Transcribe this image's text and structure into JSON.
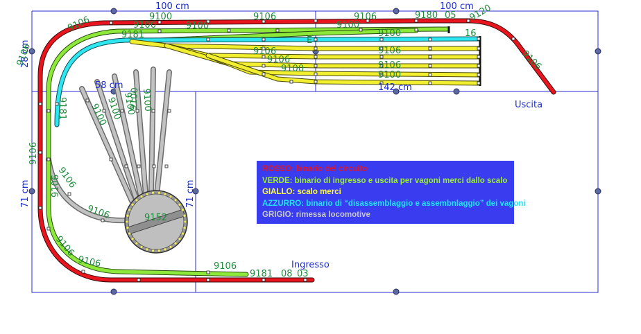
{
  "dimensions": {
    "top_left": "100 cm",
    "top_right": "100 cm",
    "left_top": "28 cm",
    "left_bottom": "71 cm",
    "inner_left": "58 cm",
    "inner_right": "142 cm",
    "inner_vertical": "71 cm"
  },
  "labels": {
    "exit": "Uscita",
    "entry": "Ingresso"
  },
  "track_labels": {
    "t9106": "9106",
    "t9100": "9100",
    "t9180": "9180",
    "t9120": "9120",
    "t9181": "9181",
    "t9152": "9152",
    "t16": "16",
    "t03": "03",
    "t05": "05",
    "t08": "08",
    "tE": "E"
  },
  "legend": {
    "rows": [
      {
        "key": "ROSSO:",
        "text": " binario del circuito",
        "color": "#e8141e"
      },
      {
        "key": "VERDE:",
        "text": " binario di ingresso e uscita per vagoni merci dallo scalo",
        "color": "#9cf02e"
      },
      {
        "key": "GIALLO:",
        "text": " scalo merci",
        "color": "#ffff3a"
      },
      {
        "key": "AZZURRO:",
        "text": " binario di “disassemblaggio e assembnlaggio” dei vagoni",
        "color": "#22e4f4"
      },
      {
        "key": "GRIGIO:",
        "text": " rimessa locomotive",
        "color": "#c8c8c8"
      }
    ]
  },
  "colors": {
    "red": "#e8141e",
    "green": "#8ee83a",
    "yellow": "#f2ee30",
    "cyan": "#2ee6f0",
    "grey": "#bdbdbd",
    "frame": "#2a2ad0",
    "legend_bg": "#3a3cf0"
  }
}
